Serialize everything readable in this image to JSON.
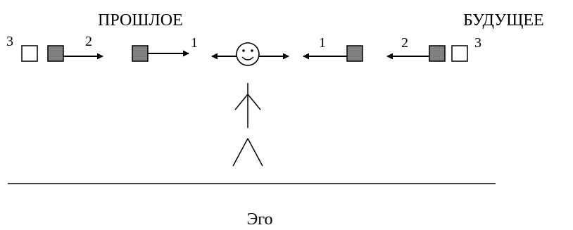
{
  "labels": {
    "past": "ПРОШЛОЕ",
    "future": "БУДУЩЕЕ",
    "ego": "Эго"
  },
  "numbers": {
    "left_outer": "3",
    "left_mid": "2",
    "left_inner": "1",
    "right_inner": "1",
    "right_mid": "2",
    "right_outer": "3"
  },
  "colors": {
    "filled_box": "#808080",
    "empty_box": "#ffffff",
    "stroke": "#000000"
  },
  "icons": {
    "center": "smiley-face-icon"
  }
}
